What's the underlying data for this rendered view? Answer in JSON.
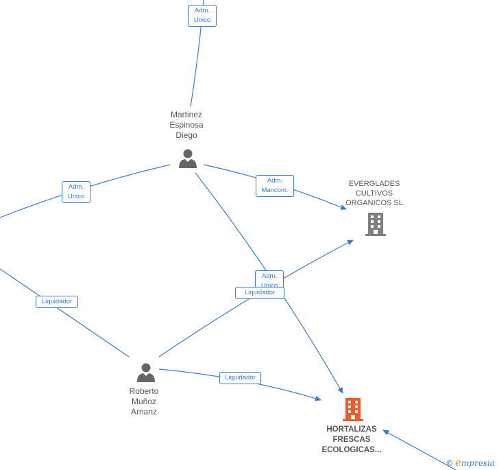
{
  "nodes": {
    "martinez": {
      "lines": [
        "Martinez",
        "Espinosa",
        "Diego"
      ],
      "icon": "person-icon"
    },
    "roberto": {
      "lines": [
        "Roberto",
        "Muñoz",
        "Arnanz"
      ],
      "icon": "person-icon"
    },
    "everglades": {
      "lines": [
        "EVERGLADES",
        "CULTIVOS",
        "ORGANICOS  SL"
      ],
      "icon": "building-icon",
      "color": "#808080"
    },
    "hortalizas": {
      "lines": [
        "HORTALIZAS",
        "FRESCAS",
        "ECOLOGICAS..."
      ],
      "icon": "building-icon",
      "color": "#f05a28"
    }
  },
  "edge_labels": {
    "top_adm_unico": [
      "Adm.",
      "Unico"
    ],
    "left_adm_unico": [
      "Adm.",
      "Unico"
    ],
    "adm_mancom": [
      "Adm.",
      "Mancom."
    ],
    "mid_adm_unico": [
      "Adm.",
      "Unico"
    ],
    "left_liquidador": "Liquidador",
    "mid_liquidador": "Liquidador",
    "bottom_liquidador": "Liquidador"
  },
  "colors": {
    "edge": "#3a7bd5",
    "person": "#666666",
    "company_grey": "#808080",
    "company_main": "#f05a28",
    "brand_accent": "#f08a24"
  },
  "brand": {
    "copyright": "©",
    "e": "e",
    "rest": "mpresia"
  }
}
